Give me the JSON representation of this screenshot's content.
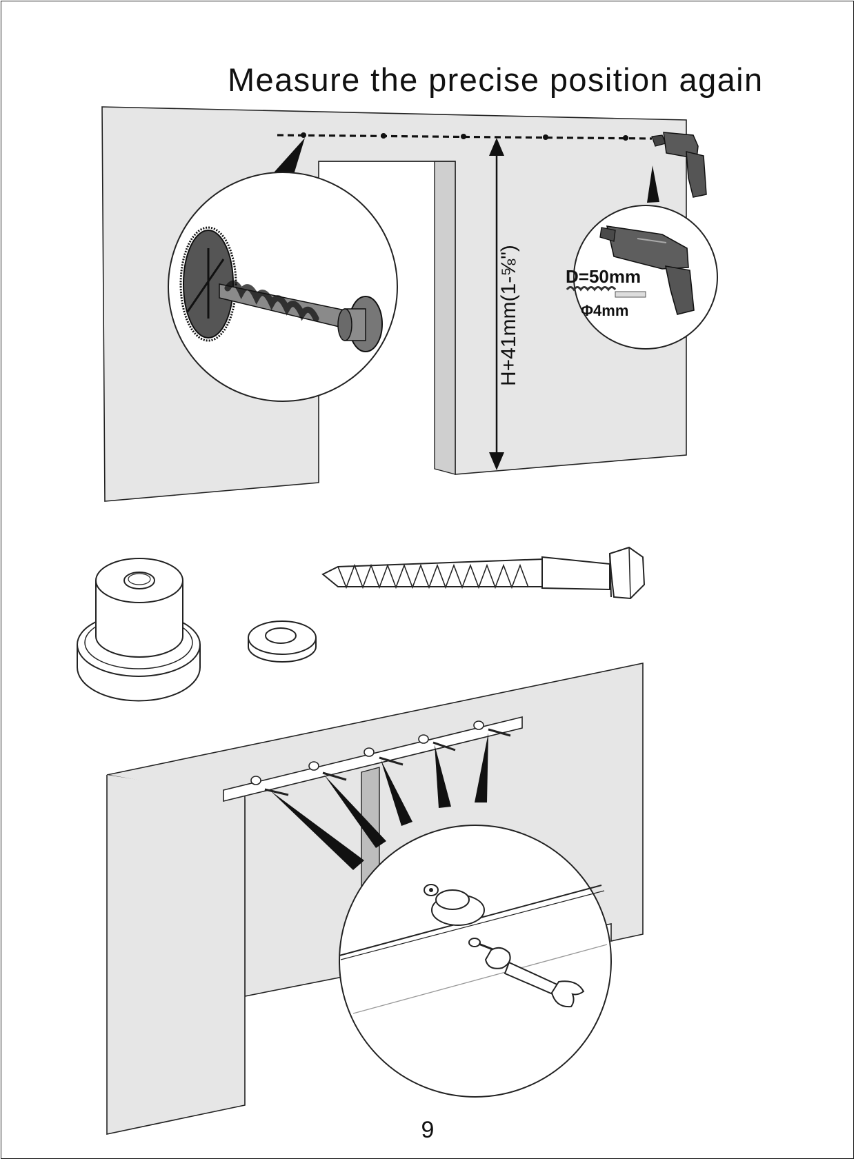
{
  "document": {
    "title": "Measure the precise position again",
    "page_number": "9"
  },
  "drill_callout": {
    "hole_depth": "D=50mm",
    "drill_diameter": "Φ4mm"
  },
  "height_dimension": {
    "label": "H+41mm(1-⅝\")"
  },
  "icons": [
    "drill-icon",
    "drill-bit-icon",
    "wall-plug-icon",
    "lag-screw-icon",
    "washer-icon",
    "spacer-icon",
    "wrench-icon"
  ]
}
